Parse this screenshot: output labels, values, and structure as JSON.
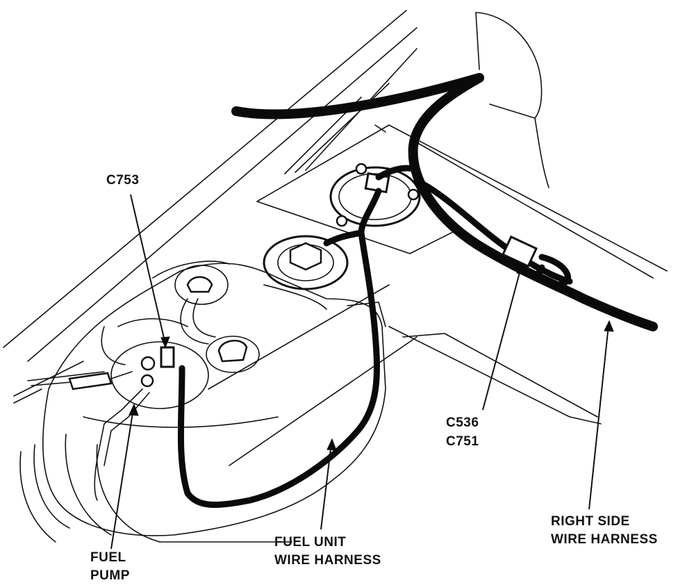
{
  "labels": {
    "c753": "C753",
    "c536": "C536",
    "c751": "C751",
    "fuel_pump_line1": "FUEL",
    "fuel_pump_line2": "PUMP",
    "fuel_unit_line1": "FUEL UNIT",
    "fuel_unit_line2": "WIRE HARNESS",
    "right_side_line1": "RIGHT SIDE",
    "right_side_line2": "WIRE HARNESS"
  }
}
